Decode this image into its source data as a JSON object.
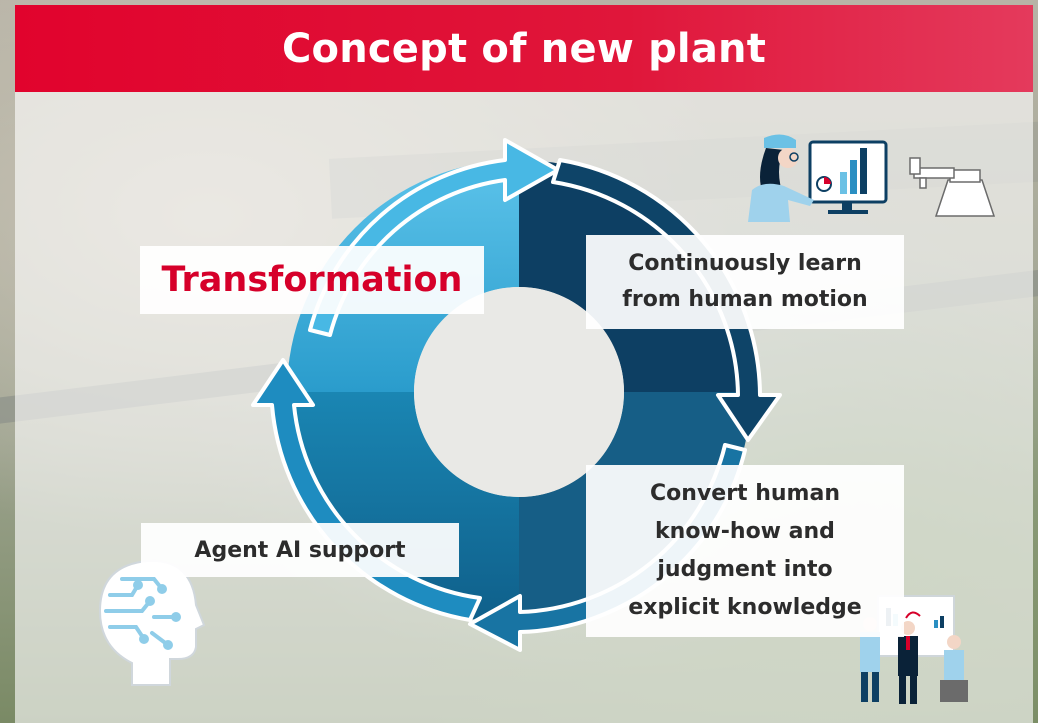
{
  "title": "Concept of new plant",
  "labels": {
    "transformation": "Transformation",
    "learn": "Continuously learn\nfrom human motion",
    "convert": "Convert human\nknow-how and\njudgment into\nexplicit knowledge",
    "agent": "Agent AI support"
  },
  "icons": [
    "worker-at-monitor-icon",
    "robot-arm-icon",
    "ai-brain-icon",
    "team-meeting-icon"
  ],
  "colors": {
    "title_red": "#e1032d",
    "accent_red": "#d6002a",
    "cycle_light_blue": "#5bbfe6",
    "cycle_dark_navy": "#0c3d5e",
    "cycle_mid_blue": "#1a7fab"
  }
}
